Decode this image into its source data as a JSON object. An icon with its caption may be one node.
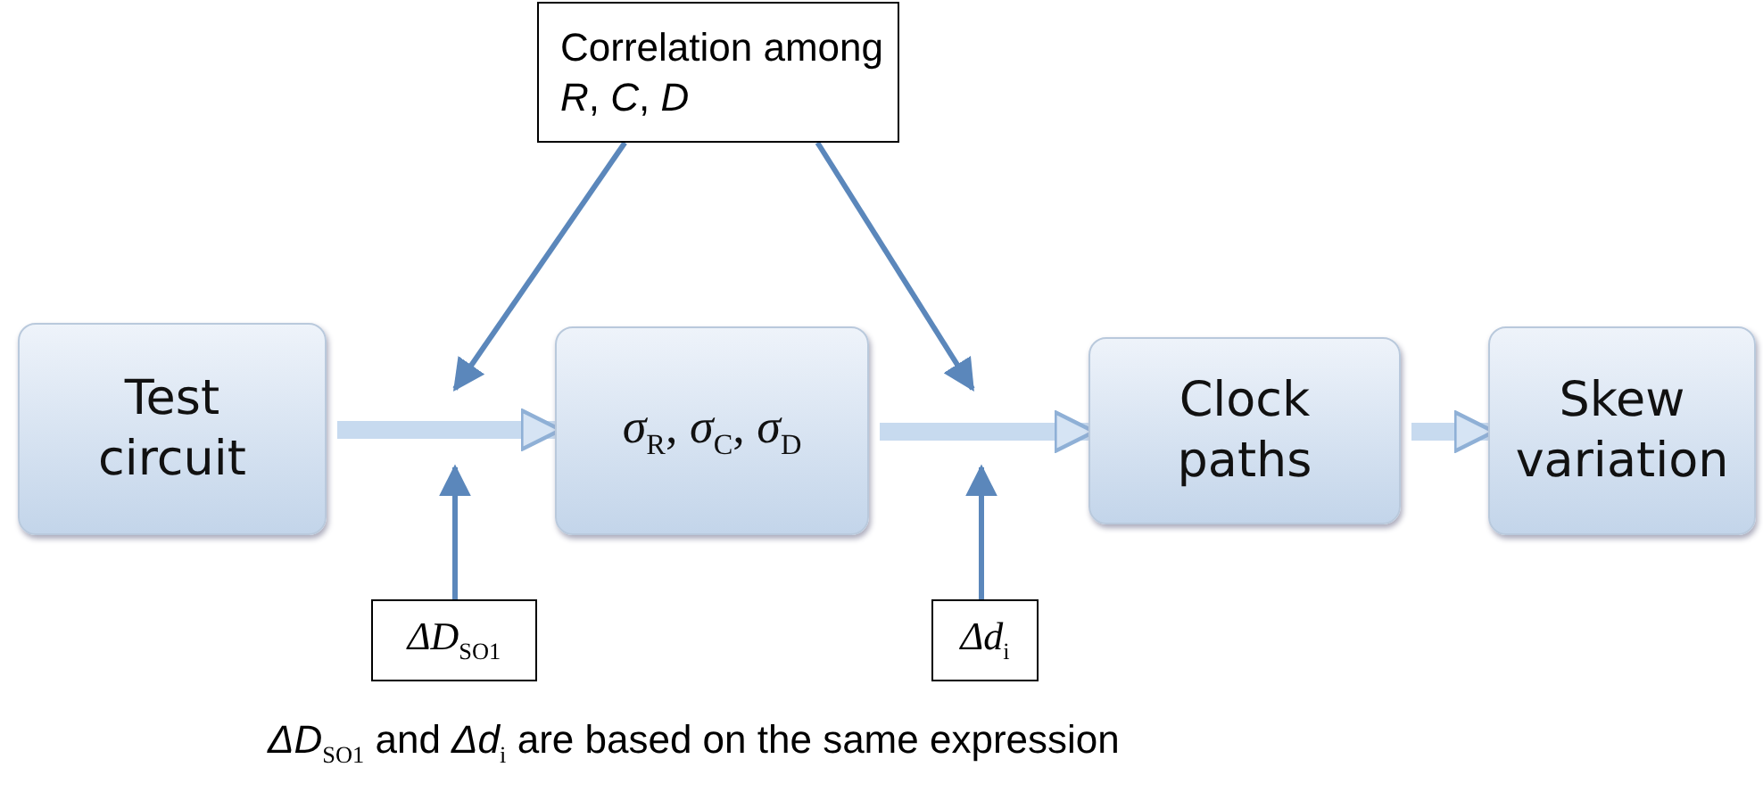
{
  "diagram": {
    "nodes": [
      {
        "text": [
          "Correlation among *R*, *C*, *D*"
        ]
      },
      {
        "text": [
          "Test circuit"
        ]
      },
      {
        "text": [
          "*σ*$_{R}$, *σ*$_{C}$, *σ*$_{D}$"
        ]
      },
      {
        "text": [
          "Clock paths"
        ]
      },
      {
        "text": [
          "Skew variation"
        ]
      },
      {
        "text": [
          "*ΔD*$_{SO1}$"
        ]
      },
      {
        "text": [
          "*Δd*$_{i}$"
        ]
      }
    ],
    "edges": [
      {
        "from": 1,
        "to": 2,
        "arrow": "to",
        "style": "thick",
        "color": "#c7daef"
      },
      {
        "from": 2,
        "to": 3,
        "arrow": "to",
        "style": "thick",
        "color": "#c7daef"
      },
      {
        "from": 3,
        "to": 4,
        "arrow": "to",
        "style": "thick",
        "color": "#c7daef"
      },
      {
        "from": 0,
        "to": null,
        "arrow": "to"
      },
      {
        "from": 0,
        "to": null,
        "arrow": "to"
      },
      {
        "from": 5,
        "to": null,
        "arrow": "to"
      },
      {
        "from": 6,
        "to": null,
        "arrow": "to"
      }
    ],
    "labels": [
      "*ΔD*$_{SO1}$ and *Δd*$_{i}$ are based on the same expression"
    ]
  }
}
